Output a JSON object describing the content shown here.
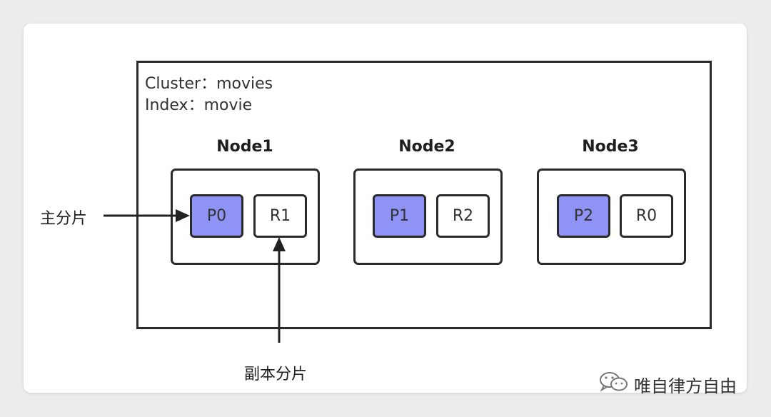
{
  "cluster": {
    "cluster_line": "Cluster：movies",
    "index_line": "Index：movie"
  },
  "nodes": [
    {
      "title": "Node1",
      "shards": [
        {
          "label": "P0",
          "kind": "primary"
        },
        {
          "label": "R1",
          "kind": "replica"
        }
      ]
    },
    {
      "title": "Node2",
      "shards": [
        {
          "label": "P1",
          "kind": "primary"
        },
        {
          "label": "R2",
          "kind": "replica"
        }
      ]
    },
    {
      "title": "Node3",
      "shards": [
        {
          "label": "P2",
          "kind": "primary"
        },
        {
          "label": "R0",
          "kind": "replica"
        }
      ]
    }
  ],
  "annotations": {
    "primary_shard": "主分片",
    "replica_shard": "副本分片"
  },
  "watermark": {
    "text": "唯自律方自由",
    "icon": "wechat-icon"
  },
  "colors": {
    "primary_fill": "#8f93f6",
    "border": "#2a2a2a"
  }
}
